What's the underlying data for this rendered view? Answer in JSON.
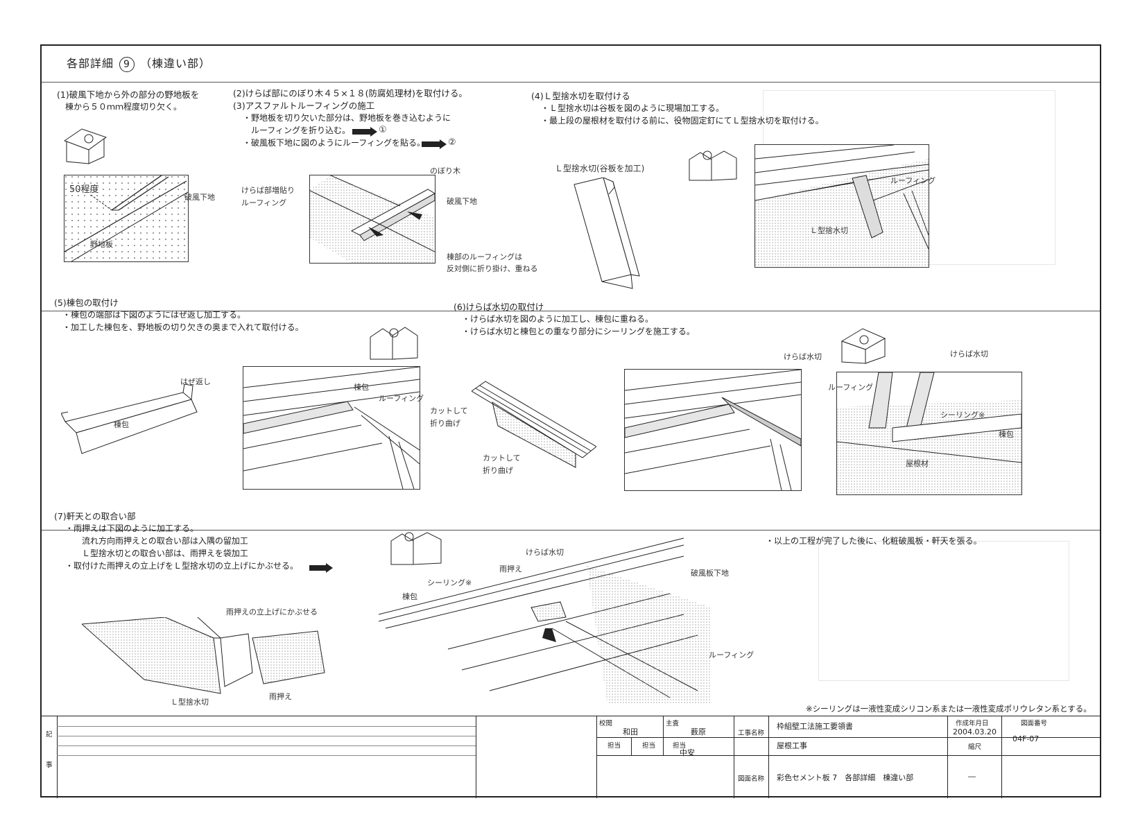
{
  "header": {
    "prefix": "各部詳細",
    "number": "9",
    "name": "（棟違い部）"
  },
  "row1": {
    "s1": [
      "(1)破風下地から外の部分の野地板を",
      "　棟から５０ｍｍ程度切り欠く。"
    ],
    "s1_labels": {
      "about50": "50程度",
      "hafu": "破風下地",
      "noji": "野地板"
    },
    "s2": [
      "(2)けらば部にのぼり木４５×１８(防腐処理材)を取付ける。",
      "(3)アスファルトルーフィングの施工",
      "・野地板を切り欠いた部分は、野地板を巻き込むように",
      "　ルーフィングを折り込む。",
      "・破風板下地に図のようにルーフィングを貼る。"
    ],
    "s2_marks": [
      "①",
      "②"
    ],
    "s2_labels": {
      "nobori": "のぼり木",
      "kerabaRoof": "けらば部増貼り",
      "kerabaRoof2": "ルーフィング",
      "hafu": "破風下地",
      "mune1": "棟部のルーフィングは",
      "mune2": "反対側に折り掛け、重ねる"
    },
    "s4": [
      "(4)Ｌ型捨水切を取付ける",
      "・Ｌ型捨水切は谷板を図のように現場加工する。",
      "・最上段の屋根材を取付ける前に、役物固定釘にてＬ型捨水切を取付ける。"
    ],
    "s4_labels": {
      "lcap": "Ｌ型捨水切(谷板を加工)",
      "roofing": "ルーフィング",
      "lmizu": "Ｌ型捨水切"
    }
  },
  "row2": {
    "s5": [
      "(5)棟包の取付け",
      "・棟包の端部は下図のようにはぜ返し加工する。",
      "・加工した棟包を、野地板の切り欠きの奥まで入れて取付ける。"
    ],
    "s5_labels": {
      "haze": "はぜ返し",
      "munezutsumi": "棟包",
      "munezutsumi2": "棟包",
      "roofing": "ルーフィング"
    },
    "s6": [
      "(6)けらば水切の取付け",
      "・けらば水切を図のように加工し、棟包に重ねる。",
      "・けらば水切と棟包との重なり部分にシーリングを施工する。"
    ],
    "s6_labels": {
      "cut1a": "カットして",
      "cut1b": "折り曲げ",
      "cut2a": "カットして",
      "cut2b": "折り曲げ",
      "kerabamizu1": "けらば水切",
      "kerabamizu2": "けらば水切",
      "roofing": "ルーフィング",
      "sealing": "シーリング※",
      "mune": "棟包",
      "yane": "屋根材"
    }
  },
  "row3": {
    "s7": [
      "(7)軒天との取合い部",
      "・雨押えは下図のように加工する。",
      "　　流れ方向雨押えとの取合い部は入隅の留加工",
      "　　Ｌ型捨水切との取合い部は、雨押えを袋加工",
      "・取付けた雨押えの立上げをＬ型捨水切の立上げにかぶせる。"
    ],
    "s7_labels": {
      "cover": "雨押えの立上げにかぶせる",
      "lmizu": "Ｌ型捨水切",
      "amaosae": "雨押え",
      "kerabamizu": "けらば水切",
      "amaosae2": "雨押え",
      "sealing": "シーリング※",
      "mune": "棟包",
      "hafu": "破風板下地",
      "roofing": "ルーフィング"
    },
    "after": "・以上の工程が完了した後に、化粧破風板・軒天を張る。",
    "note": "※シーリングは一液性変成シリコン系または一液性変成ポリウレタン系とする。"
  },
  "title_block": {
    "memo": [
      "記",
      "事"
    ],
    "check": "校閲",
    "check_name": "和田",
    "lead": "主査",
    "lead_name": "薮原",
    "staff1": "担当",
    "staff2": "担当",
    "staff3": "担当",
    "staff3_name": "中安",
    "project_label": "工事名称",
    "project": "枠組壁工法施工要領書",
    "work": "屋根工事",
    "drawing_label": "図面名称",
    "drawing": "彩色セメント板 7　各部詳細　棟違い部",
    "date_label": "作成年月日",
    "date": "2004.03.20",
    "scale_label": "縮尺",
    "scale": "―",
    "no_label": "図面番号",
    "no": "04F-07"
  }
}
